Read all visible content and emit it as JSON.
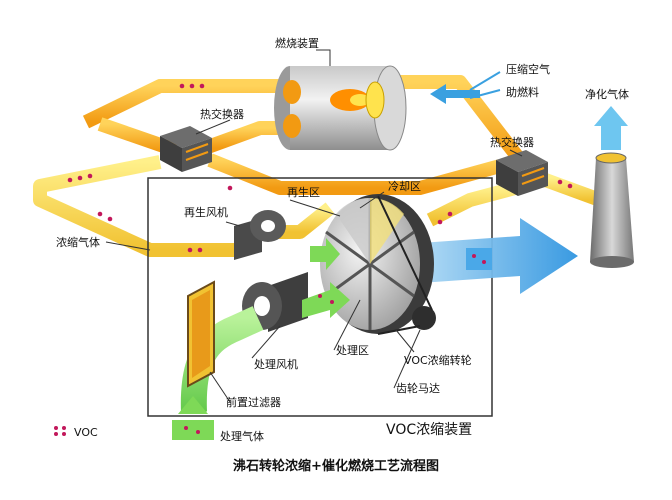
{
  "labels": {
    "burner": "燃烧装置",
    "compressed_air": "压缩空气",
    "fuel_aid": "助燃料",
    "clean_gas": "净化气体",
    "heat_exchanger_left": "热交换器",
    "heat_exchanger_right": "热交换器",
    "regen_fan": "再生风机",
    "regen_zone": "再生区",
    "cooling_zone": "冷却区",
    "concentrated_gas": "浓缩气体",
    "process_fan": "处理风机",
    "process_zone": "处理区",
    "voc_rotor": "VOC浓缩转轮",
    "pre_filter": "前置过滤器",
    "gear_motor": "齿轮马达",
    "process_gas": "处理气体",
    "legend_voc": "VOC",
    "unit_title": "VOC浓缩装置",
    "figure_title": "沸石转轮浓缩+催化燃烧工艺流程图"
  },
  "colors": {
    "orange_pipe": "#f7a21b",
    "yellow_pipe": "#f6d23c",
    "green_flow": "#7ed957",
    "blue_flow": "#4aa8e8",
    "voc_dot": "#c2185b",
    "flame": "#ff8f00"
  }
}
